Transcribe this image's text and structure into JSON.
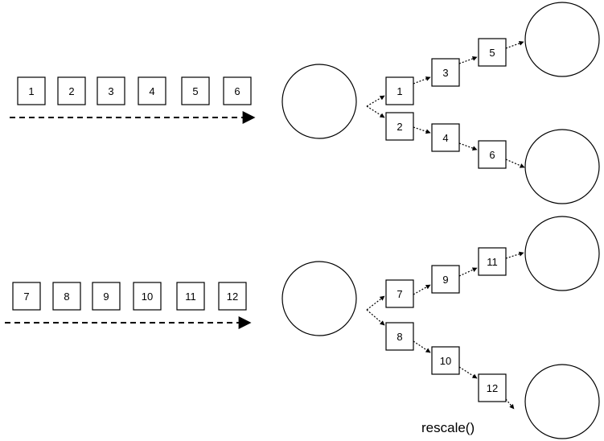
{
  "top_row": {
    "queue": [
      "1",
      "2",
      "3",
      "4",
      "5",
      "6"
    ],
    "branch_a": [
      "1",
      "3",
      "5"
    ],
    "branch_b": [
      "2",
      "4",
      "6"
    ]
  },
  "bottom_row": {
    "queue": [
      "7",
      "8",
      "9",
      "10",
      "11",
      "12"
    ],
    "branch_a": [
      "7",
      "9",
      "11"
    ],
    "branch_b": [
      "8",
      "10",
      "12"
    ]
  },
  "caption": "rescale()",
  "colors": {
    "stroke": "#000000",
    "background": "#ffffff"
  }
}
